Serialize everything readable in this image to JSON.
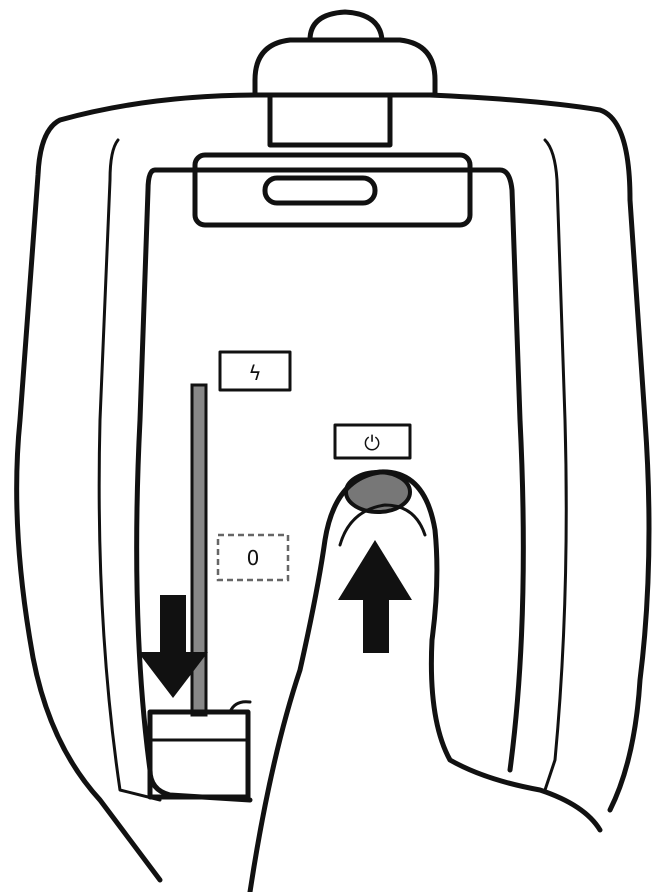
{
  "illustration": {
    "subject": "device-power-switch-illustration",
    "labels": {
      "flash_label": "ϟ",
      "off_label": "0",
      "power_label": "⏻"
    },
    "arrows": {
      "slider_arrow_direction": "down",
      "button_arrow_direction": "up"
    }
  }
}
